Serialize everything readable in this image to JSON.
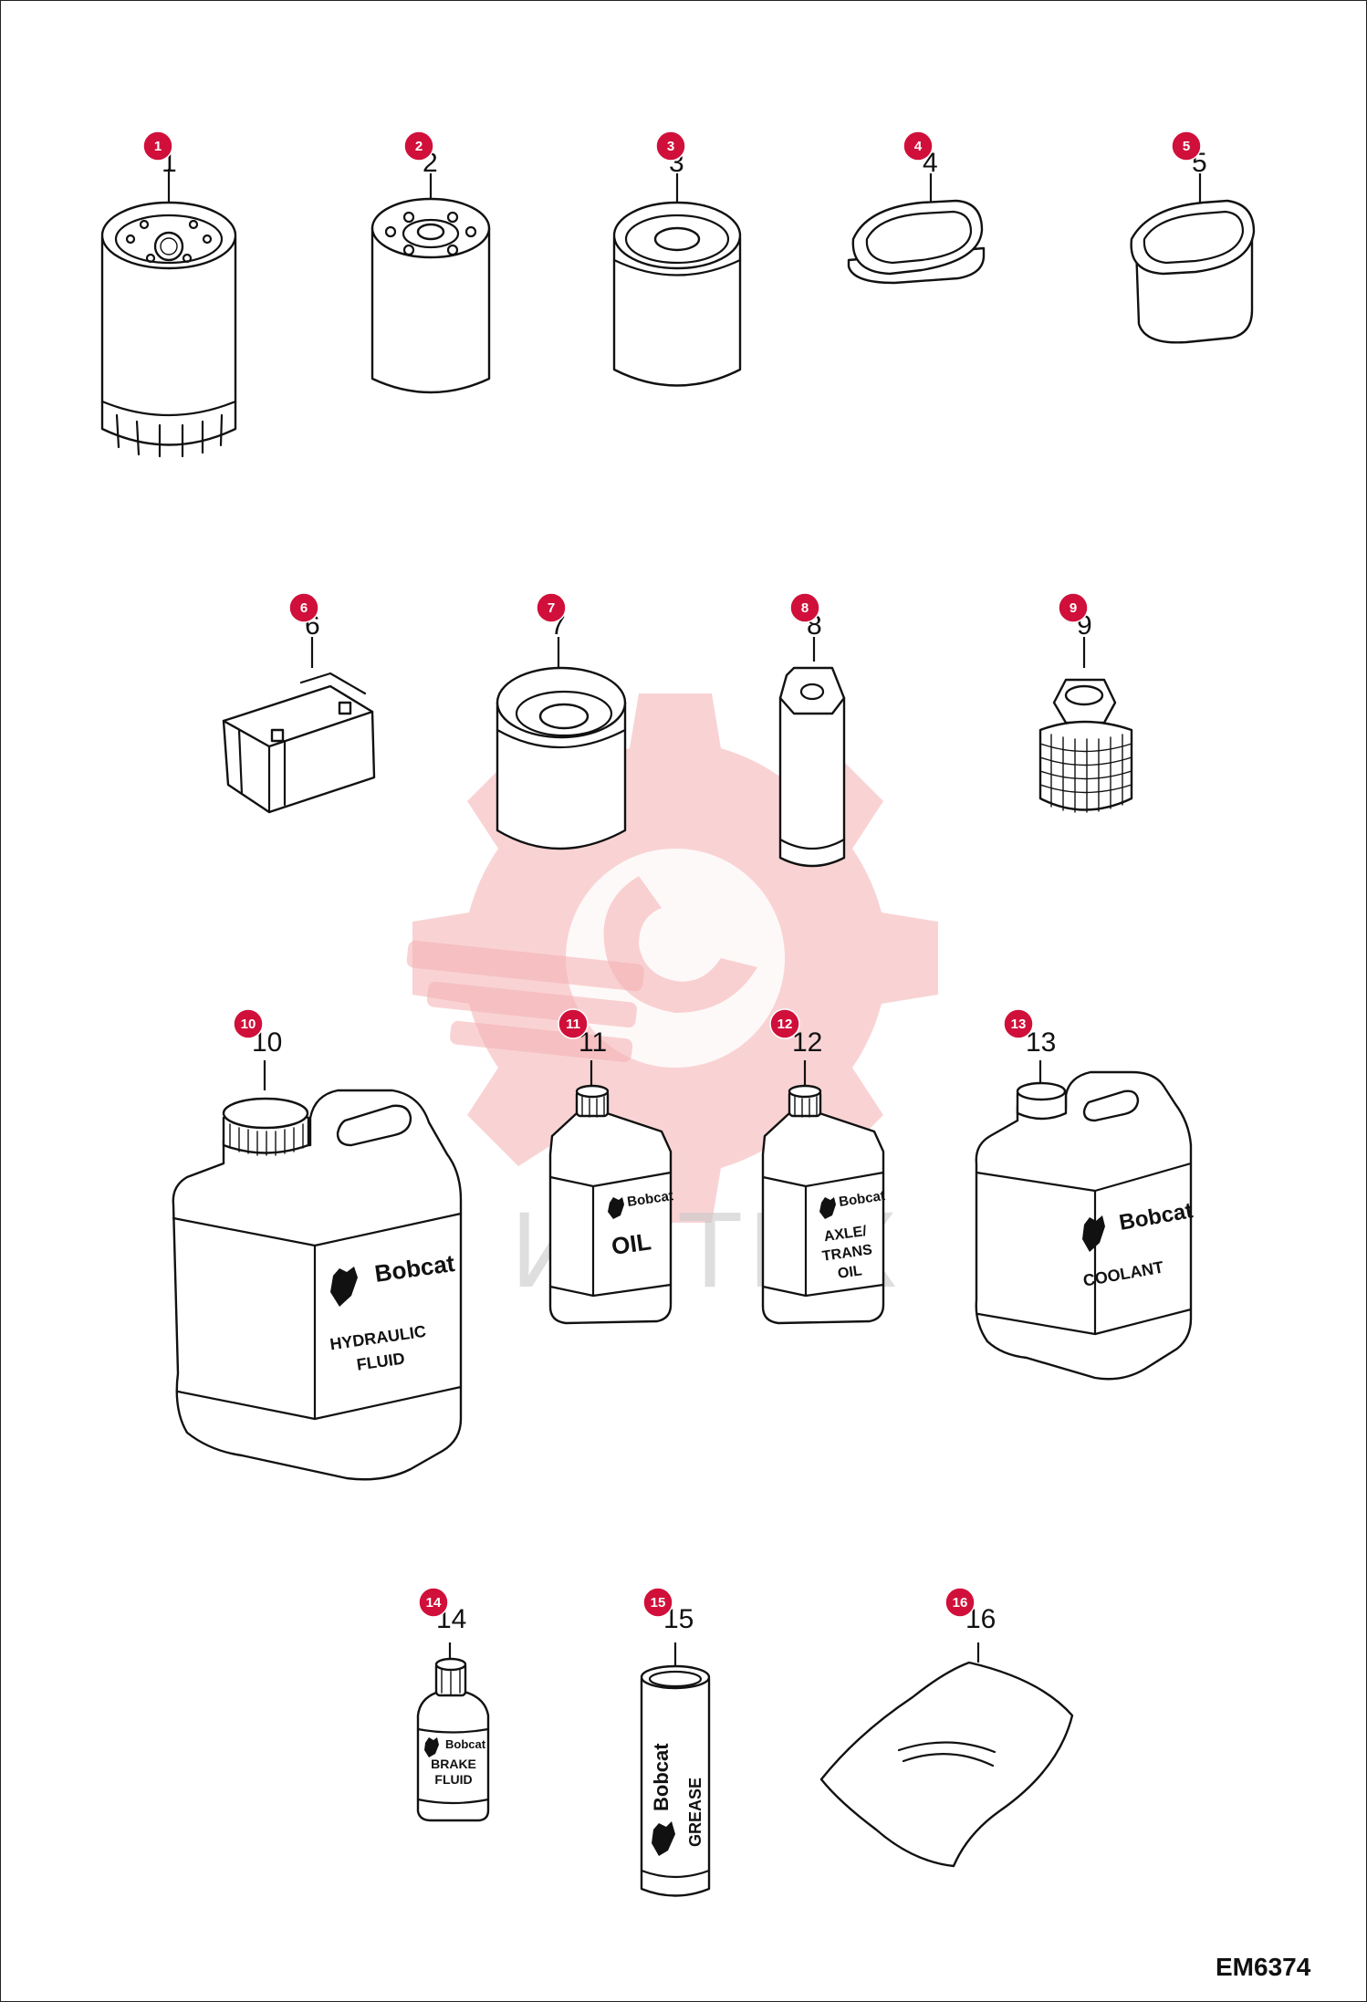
{
  "drawing_code": "EM6374",
  "watermark_text": "ИНТЕХ",
  "callouts": [
    {
      "number": "1",
      "badge": "1"
    },
    {
      "number": "2",
      "badge": "2"
    },
    {
      "number": "3",
      "badge": "3"
    },
    {
      "number": "4",
      "badge": "4"
    },
    {
      "number": "5",
      "badge": "5"
    },
    {
      "number": "6",
      "badge": "6"
    },
    {
      "number": "7",
      "badge": "7"
    },
    {
      "number": "8",
      "badge": "8"
    },
    {
      "number": "9",
      "badge": "9"
    },
    {
      "number": "10",
      "badge": "10"
    },
    {
      "number": "11",
      "badge": "11"
    },
    {
      "number": "12",
      "badge": "12"
    },
    {
      "number": "13",
      "badge": "13"
    },
    {
      "number": "14",
      "badge": "14"
    },
    {
      "number": "15",
      "badge": "15"
    },
    {
      "number": "16",
      "badge": "16"
    }
  ],
  "labels": {
    "brand": "Bobcat",
    "hydraulic_line1": "HYDRAULIC",
    "hydraulic_line2": "FLUID",
    "oil": "OIL",
    "axle_line1": "AXLE/",
    "axle_line2": "TRANS",
    "axle_line3": "OIL",
    "coolant": "COOLANT",
    "brake_line1": "BRAKE",
    "brake_line2": "FLUID",
    "grease": "GREASE"
  },
  "colors": {
    "badge": "#d0103a",
    "watermark_gear": "#f4aeb0",
    "outline": "#111111"
  }
}
